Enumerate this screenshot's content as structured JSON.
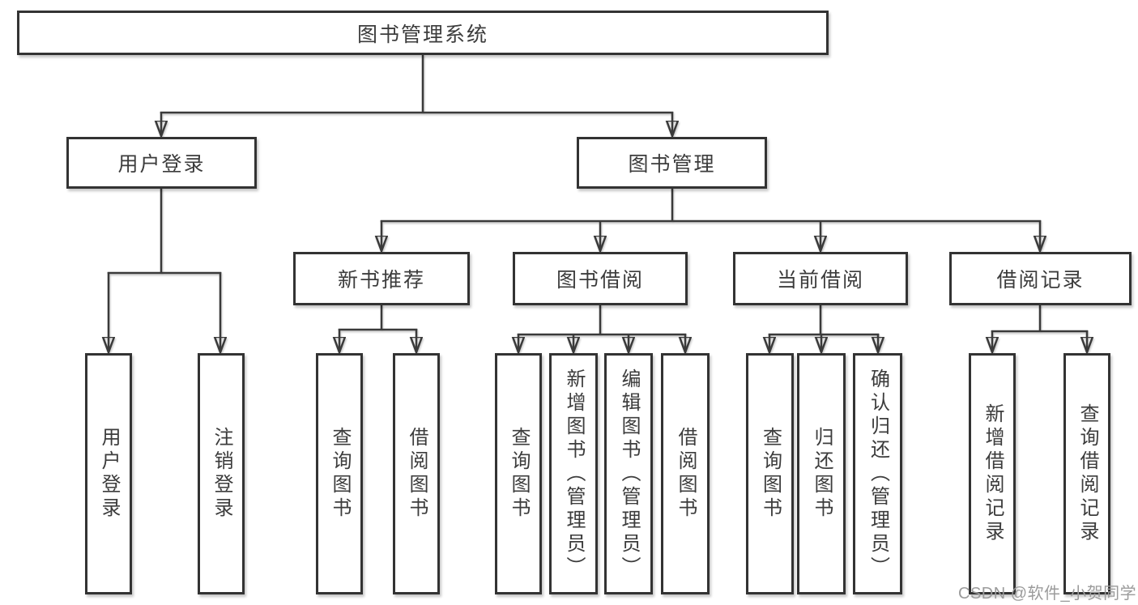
{
  "tree": {
    "root": {
      "label": "图书管理系统",
      "children": [
        {
          "label": "用户登录",
          "children": [
            {
              "label": "用户登录"
            },
            {
              "label": "注销登录"
            }
          ]
        },
        {
          "label": "图书管理",
          "children": [
            {
              "label": "新书推荐",
              "children": [
                {
                  "label": "查询图书"
                },
                {
                  "label": "借阅图书"
                }
              ]
            },
            {
              "label": "图书借阅",
              "children": [
                {
                  "label": "查询图书"
                },
                {
                  "label": "新增图书（管理员）"
                },
                {
                  "label": "编辑图书（管理员）"
                },
                {
                  "label": "借阅图书"
                }
              ]
            },
            {
              "label": "当前借阅",
              "children": [
                {
                  "label": "查询图书"
                },
                {
                  "label": "归还图书"
                },
                {
                  "label": "确认归还（管理员）"
                }
              ]
            },
            {
              "label": "借阅记录",
              "children": [
                {
                  "label": "新增借阅记录"
                },
                {
                  "label": "查询借阅记录"
                }
              ]
            }
          ]
        }
      ]
    }
  },
  "watermark": "CSDN @软件_小贺同学",
  "colors": {
    "line": "#3a3a3a",
    "box_border": "#333333",
    "text": "#3c3c3c",
    "watermark": "#9b9b9b",
    "background": "#ffffff"
  }
}
